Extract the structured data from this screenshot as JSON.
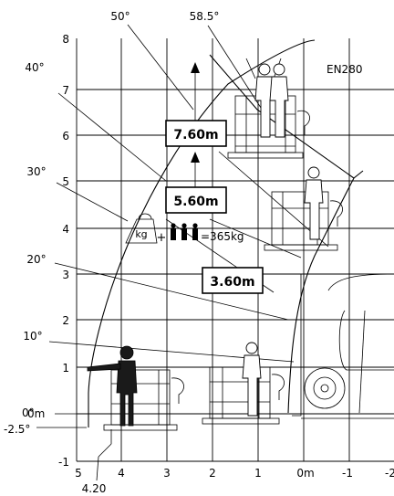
{
  "model": "EN280",
  "height_boxes": [
    "7.60m",
    "5.60m",
    "3.60m"
  ],
  "load_formula": "=365kg",
  "load_icon": "kg",
  "plus_sign": "+",
  "angles": [
    "58.5°",
    "50°",
    "40°",
    "30°",
    "20°",
    "10°",
    "0°",
    "-2.5°"
  ],
  "zero_label": "0m",
  "outreach_label": "4.20",
  "y_ticks": [
    "8",
    "7",
    "6",
    "5",
    "4",
    "3",
    "2",
    "1",
    "0",
    "-1"
  ],
  "x_ticks": [
    "5",
    "4",
    "3",
    "2",
    "1",
    "0m",
    "-1",
    "-2"
  ],
  "icons": {
    "load": "kg-weight-icon",
    "persons": "three-persons-icon",
    "arrow": "up-arrow-icon",
    "operator": "operator-figure-icon",
    "basket": "work-platform-basket-icon",
    "vehicle": "truck-icon",
    "wheel": "wheel-icon"
  },
  "colors": {
    "line": "#000000",
    "fill": "#ffffff",
    "operator": "#1a1a1a"
  }
}
